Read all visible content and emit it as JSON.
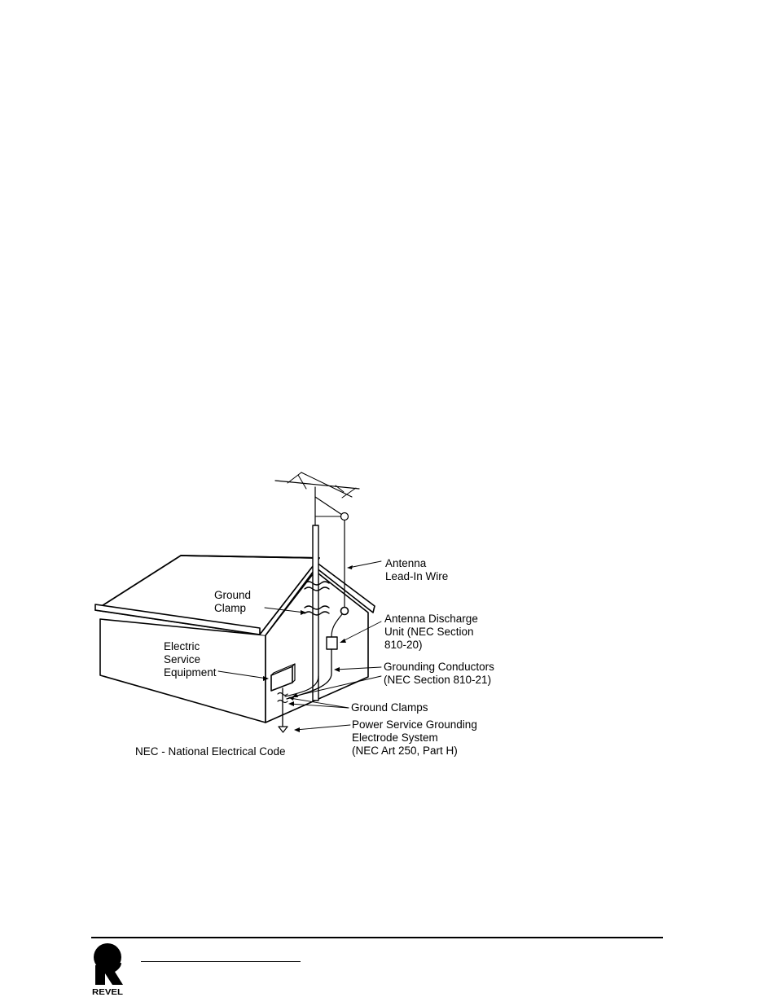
{
  "diagram": {
    "labels": {
      "antenna_lead_in": [
        "Antenna",
        "Lead-In Wire"
      ],
      "ground_clamp": [
        "Ground",
        "Clamp"
      ],
      "antenna_discharge": [
        "Antenna Discharge",
        "Unit (NEC Section",
        "810-20)"
      ],
      "electric_service": [
        "Electric",
        "Service",
        "Equipment"
      ],
      "grounding_conductors": [
        "Grounding Conductors",
        "(NEC Section 810-21)"
      ],
      "ground_clamps": "Ground Clamps",
      "power_service": [
        "Power Service Grounding",
        "Electrode System",
        "(NEC Art 250, Part H)"
      ],
      "nec_note": "NEC - National Electrical Code"
    }
  },
  "footer": {
    "logo": "REVEL"
  }
}
